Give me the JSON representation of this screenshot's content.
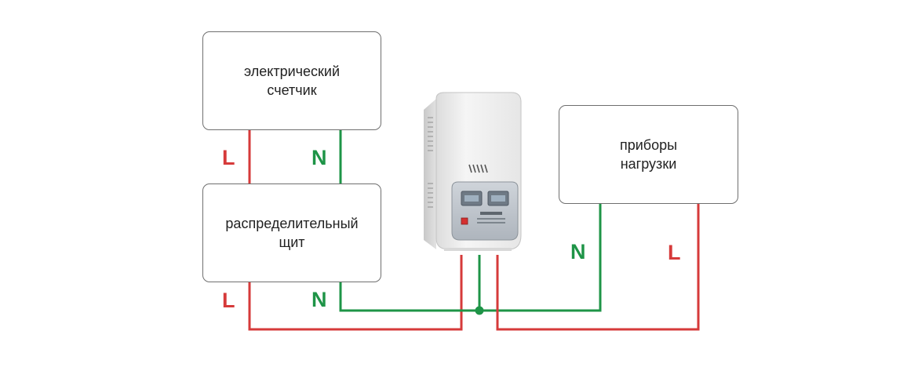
{
  "boxes": {
    "meter": {
      "line1": "электрический",
      "line2": "счетчик"
    },
    "panel": {
      "line1": "распределительный",
      "line2": "щит"
    },
    "load": {
      "line1": "приборы",
      "line2": "нагрузки"
    }
  },
  "labels": {
    "meter_L": "L",
    "meter_N": "N",
    "panel_L": "L",
    "panel_N": "N",
    "load_N": "N",
    "load_L": "L"
  },
  "colors": {
    "phase_wire": "#d63a3a",
    "neutral_wire": "#1e9447",
    "box_border": "#6f6f6f"
  }
}
